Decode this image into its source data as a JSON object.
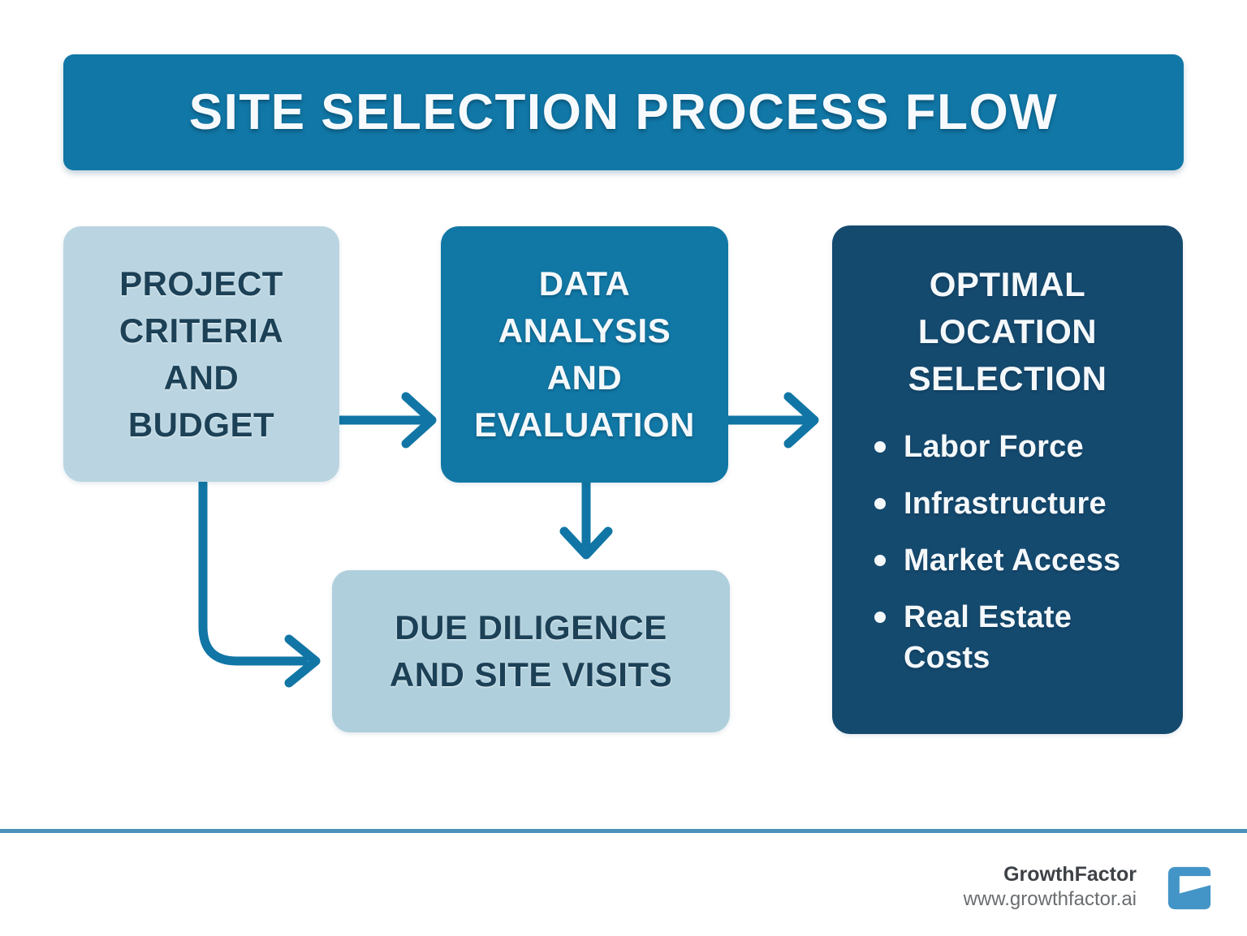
{
  "title": {
    "label": "SITE SELECTION PROCESS FLOW"
  },
  "flow": {
    "project_criteria": {
      "label": "PROJECT CRITERIA AND BUDGET",
      "lines": [
        "PROJECT",
        "CRITERIA",
        "AND",
        "BUDGET"
      ]
    },
    "data_analysis": {
      "label": "DATA ANALYSIS AND EVALUATION",
      "lines": [
        "DATA",
        "ANALYSIS",
        "AND",
        "EVALUATION"
      ]
    },
    "optimal_location": {
      "label": "OPTIMAL LOCATION SELECTION",
      "lines": [
        "OPTIMAL",
        "LOCATION",
        "SELECTION"
      ],
      "bullets": [
        "Labor Force",
        "Infrastructure",
        "Market Access",
        "Real Estate Costs"
      ]
    },
    "due_diligence": {
      "label": "DUE DILIGENCE AND SITE VISITS",
      "lines": [
        "DUE DILIGENCE",
        "AND SITE VISITS"
      ]
    }
  },
  "footer": {
    "brand": "GrowthFactor",
    "website": "www.growthfactor.ai",
    "logo": "growthfactor-g-logo"
  },
  "colors": {
    "primary_blue": "#1177A6",
    "dark_navy": "#154A6F",
    "light_blue_1": "#BAD5E1",
    "light_blue_2": "#AFCFDC",
    "arrow_blue": "#1176A5",
    "logo_blue": "#4495C7",
    "divider_blue": "#4C91BA"
  }
}
